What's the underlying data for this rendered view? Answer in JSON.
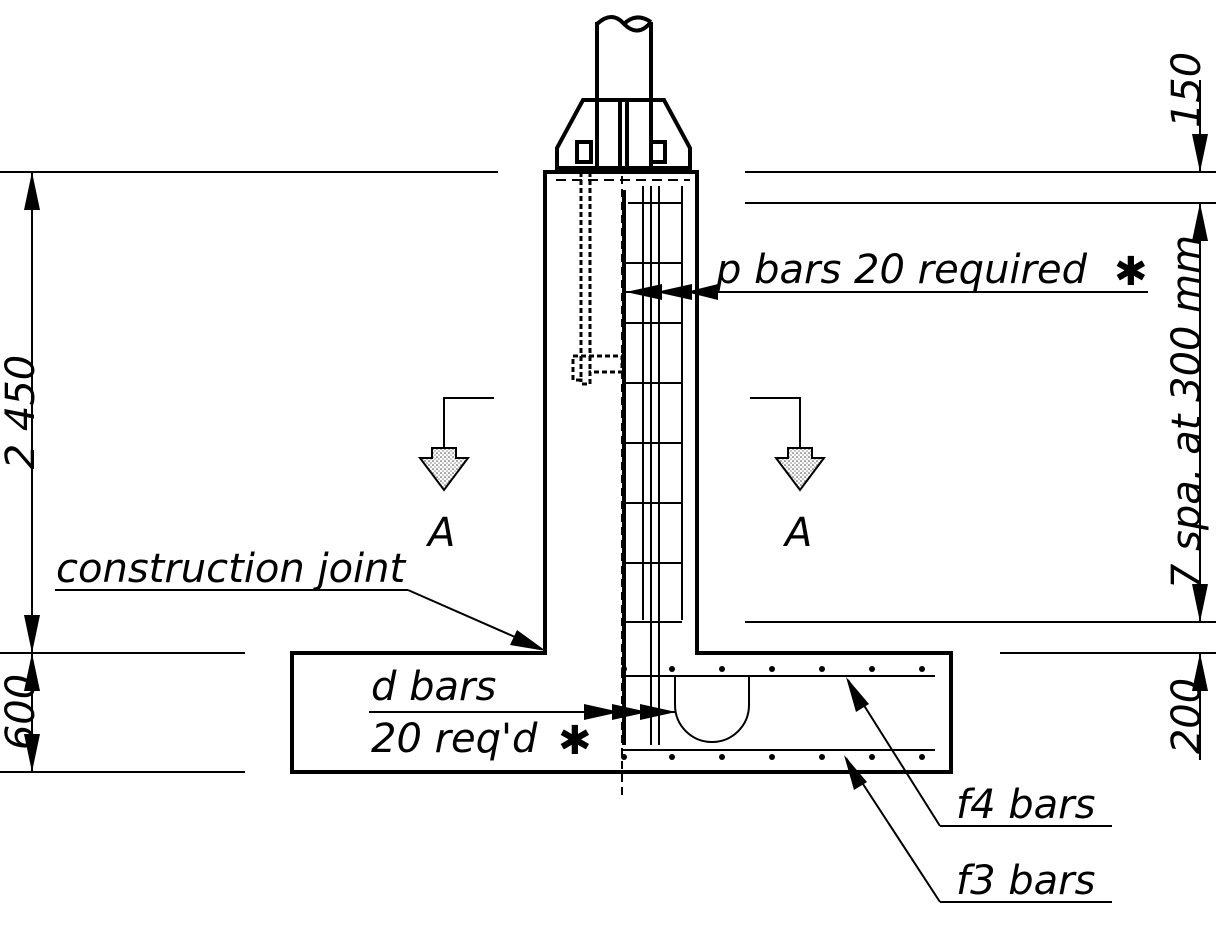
{
  "dimensions": {
    "top_offset": "150",
    "wall_height": "2 450",
    "footing_depth": "600",
    "bar_spacing": "7 spa. at 300 mm",
    "bottom_cover": "200"
  },
  "labels": {
    "p_bars": "p bars 20 required",
    "construction_joint": "construction joint",
    "d_bars_line1": "d bars",
    "d_bars_line2": "20 req'd",
    "f4_bars": "f4 bars",
    "f3_bars": "f3 bars",
    "asterisk": "✱"
  },
  "section_marks": {
    "left": "A",
    "right": "A"
  },
  "colors": {
    "line": "#000000",
    "section_arrow_fill": "#d9d9d9"
  }
}
